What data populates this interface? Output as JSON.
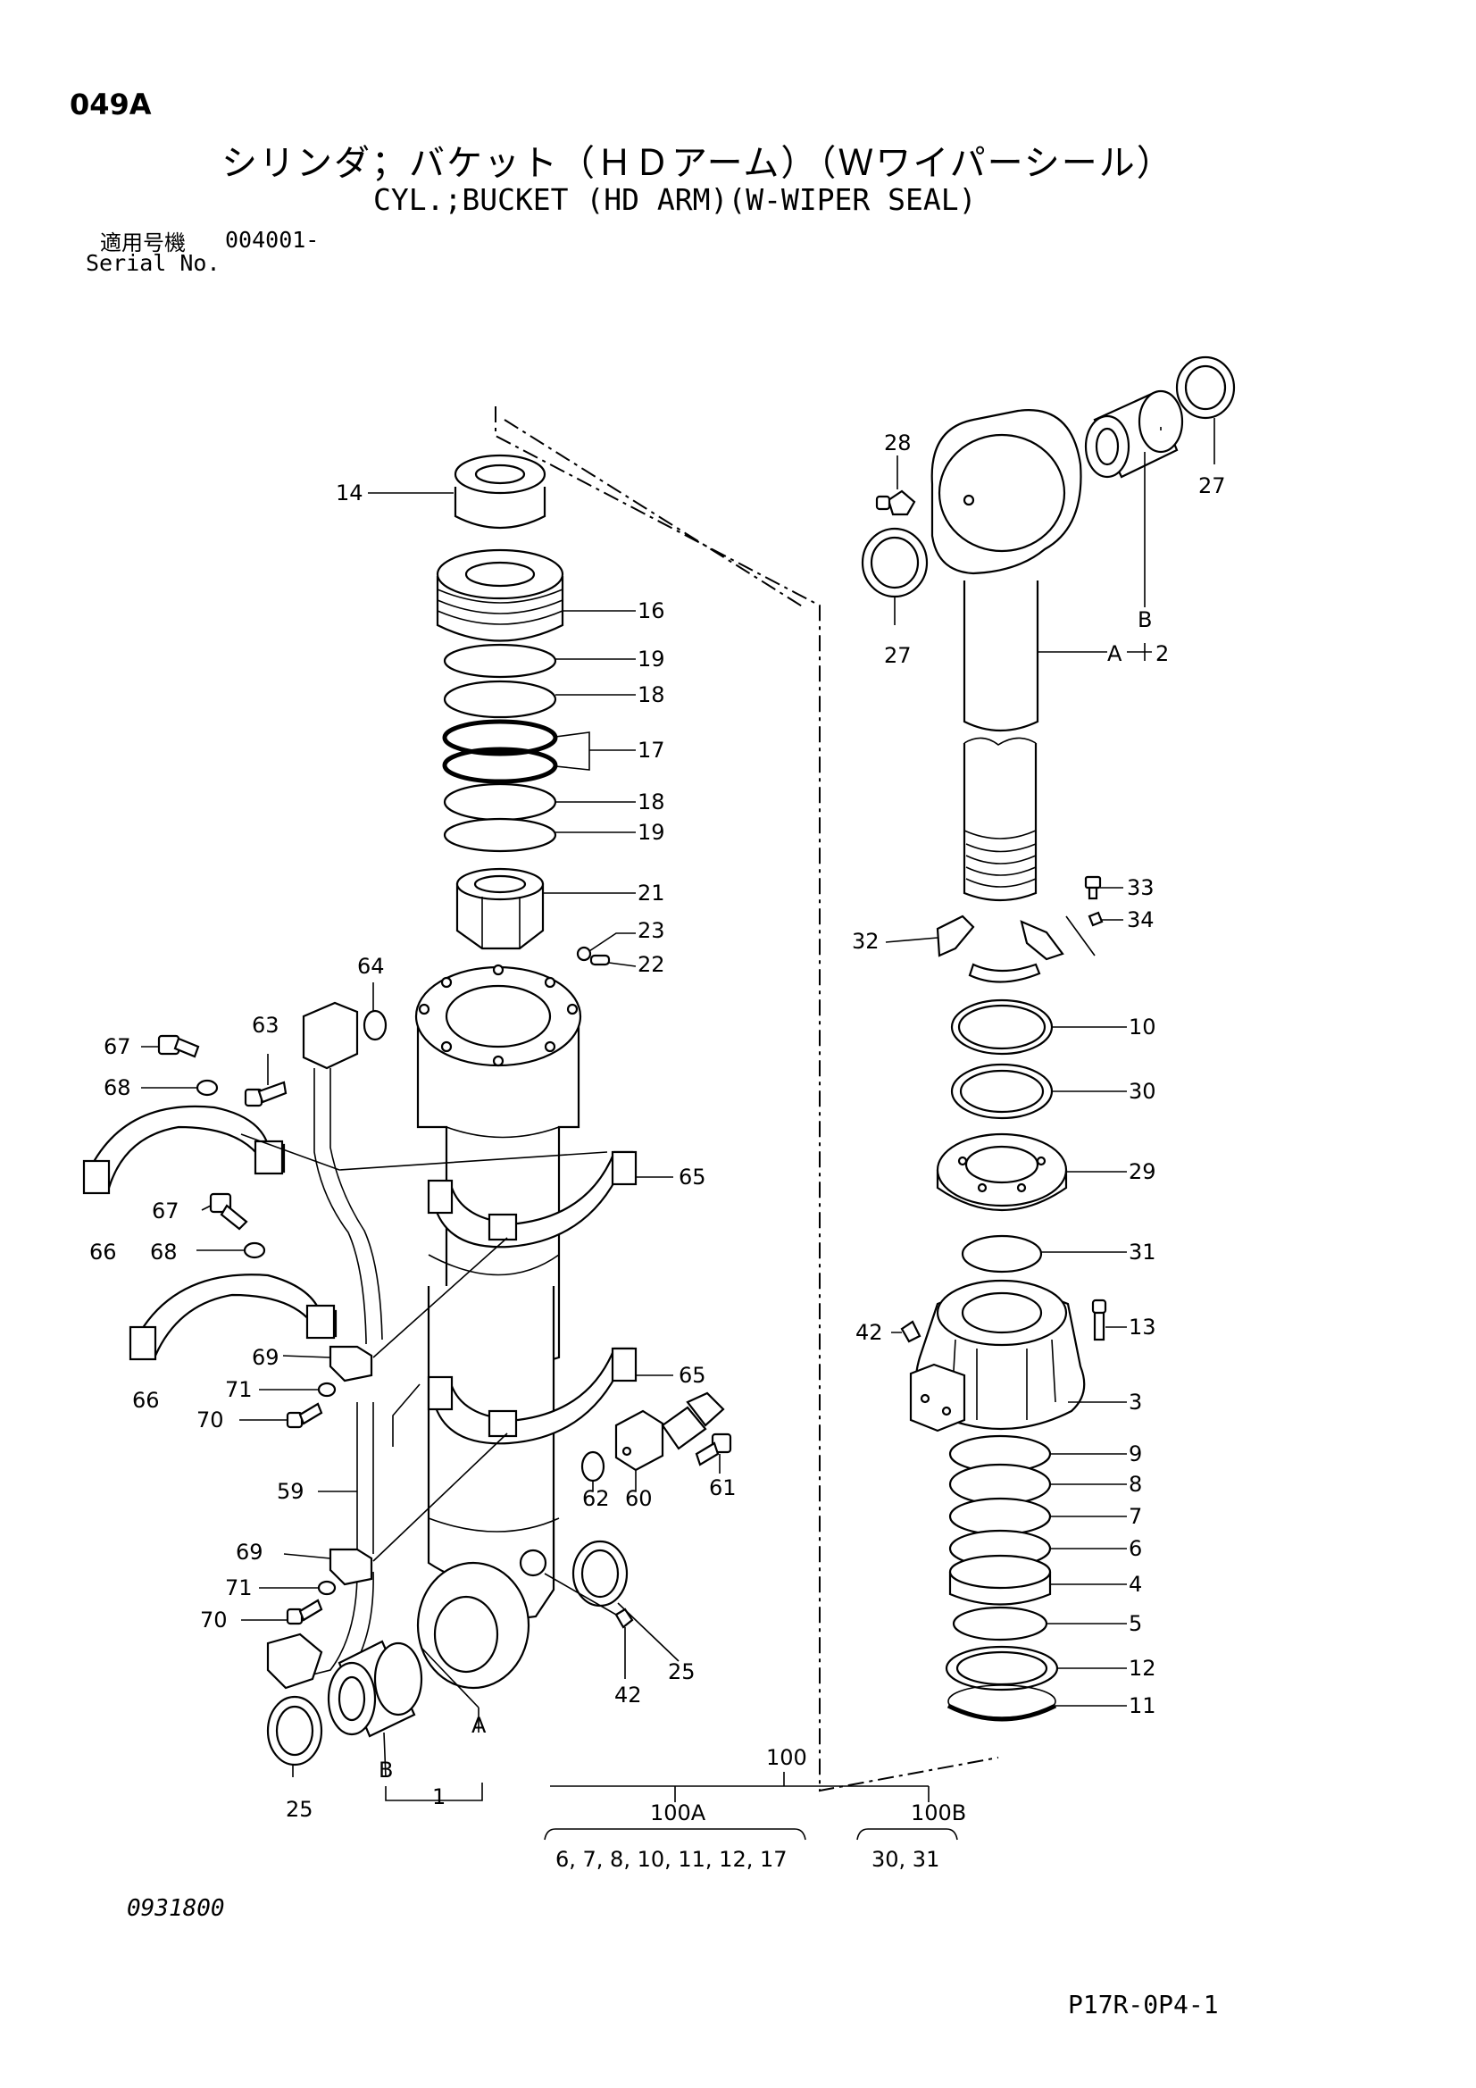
{
  "header": {
    "page_code": "049A",
    "title_ja": "シリンダ；バケット（ＨＤアーム）（Ｗワイパーシール）",
    "title_en": "CYL.;BUCKET (HD ARM)(W-WIPER SEAL)",
    "serial_label_ja": "適用号機",
    "serial_value": "004001-",
    "serial_label_en": "Serial No."
  },
  "callouts": [
    "14",
    "16",
    "19",
    "18",
    "17",
    "18",
    "19",
    "21",
    "23",
    "22",
    "64",
    "63",
    "67",
    "68",
    "66",
    "65",
    "67",
    "68",
    "66",
    "69",
    "71",
    "70",
    "65",
    "59",
    "62",
    "60",
    "61",
    "69",
    "71",
    "70",
    "25",
    "42",
    "25",
    "A",
    "B",
    "1",
    "28",
    "27",
    "27",
    "B",
    "A",
    "2",
    "33",
    "34",
    "32",
    "10",
    "30",
    "29",
    "31",
    "42",
    "13",
    "3",
    "9",
    "8",
    "7",
    "6",
    "4",
    "5",
    "12",
    "11"
  ],
  "kits": {
    "total": "100",
    "kit_a": {
      "label": "100A",
      "parts": "6, 7, 8, 10, 11, 12, 17"
    },
    "kit_b": {
      "label": "100B",
      "parts": "30, 31"
    }
  },
  "footer": {
    "drawing_no": "0931800",
    "page_ref": "P17R-0P4-1"
  }
}
